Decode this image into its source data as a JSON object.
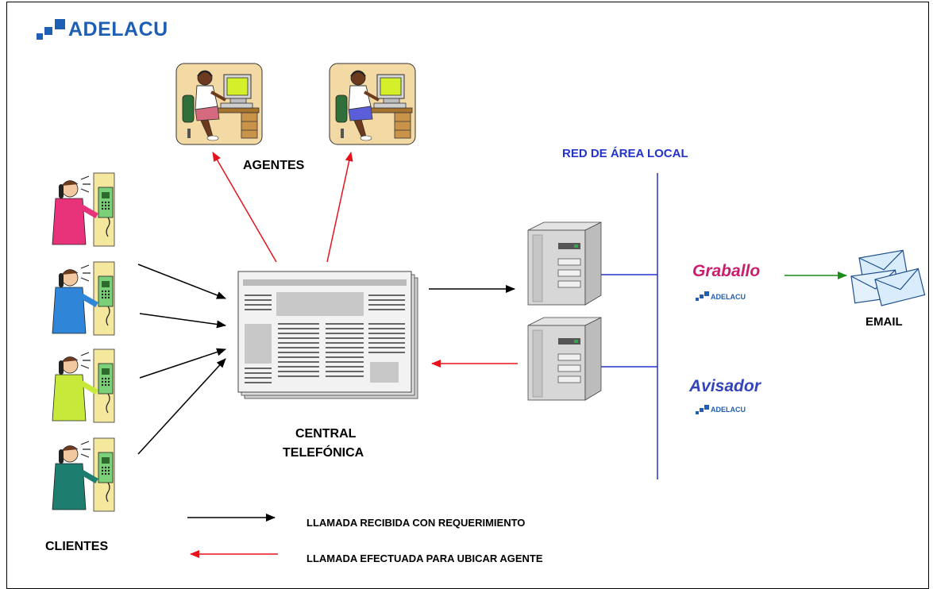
{
  "logo": {
    "text": "ADELACU"
  },
  "labels": {
    "agentes": "AGENTES",
    "red": "RED DE ÁREA LOCAL",
    "central_line1": "CENTRAL",
    "central_line2": "TELEFÓNICA",
    "clientes": "CLIENTES",
    "email": "EMAIL",
    "graballo": "Graballo",
    "avisador": "Avisador",
    "graballo_brand": "ADELACU",
    "avisador_brand": "ADELACU"
  },
  "legend": {
    "received": "LLAMADA RECIBIDA CON REQUERIMIENTO",
    "outgoing": "LLAMADA EFECTUADA PARA UBICAR AGENTE"
  },
  "colors": {
    "brand": "#1f5fb3",
    "lan": "#2233cc",
    "graballo": "#c81e6e",
    "avisador": "#3344bb",
    "red_arrow": "#e8121b",
    "green_arrow": "#1a8c1a"
  },
  "icons": {
    "agent": "call-center-agent-icon",
    "client": "caller-at-payphone-icon",
    "switch": "telephone-exchange-icon",
    "server": "server-tower-icon",
    "email": "envelopes-icon"
  }
}
